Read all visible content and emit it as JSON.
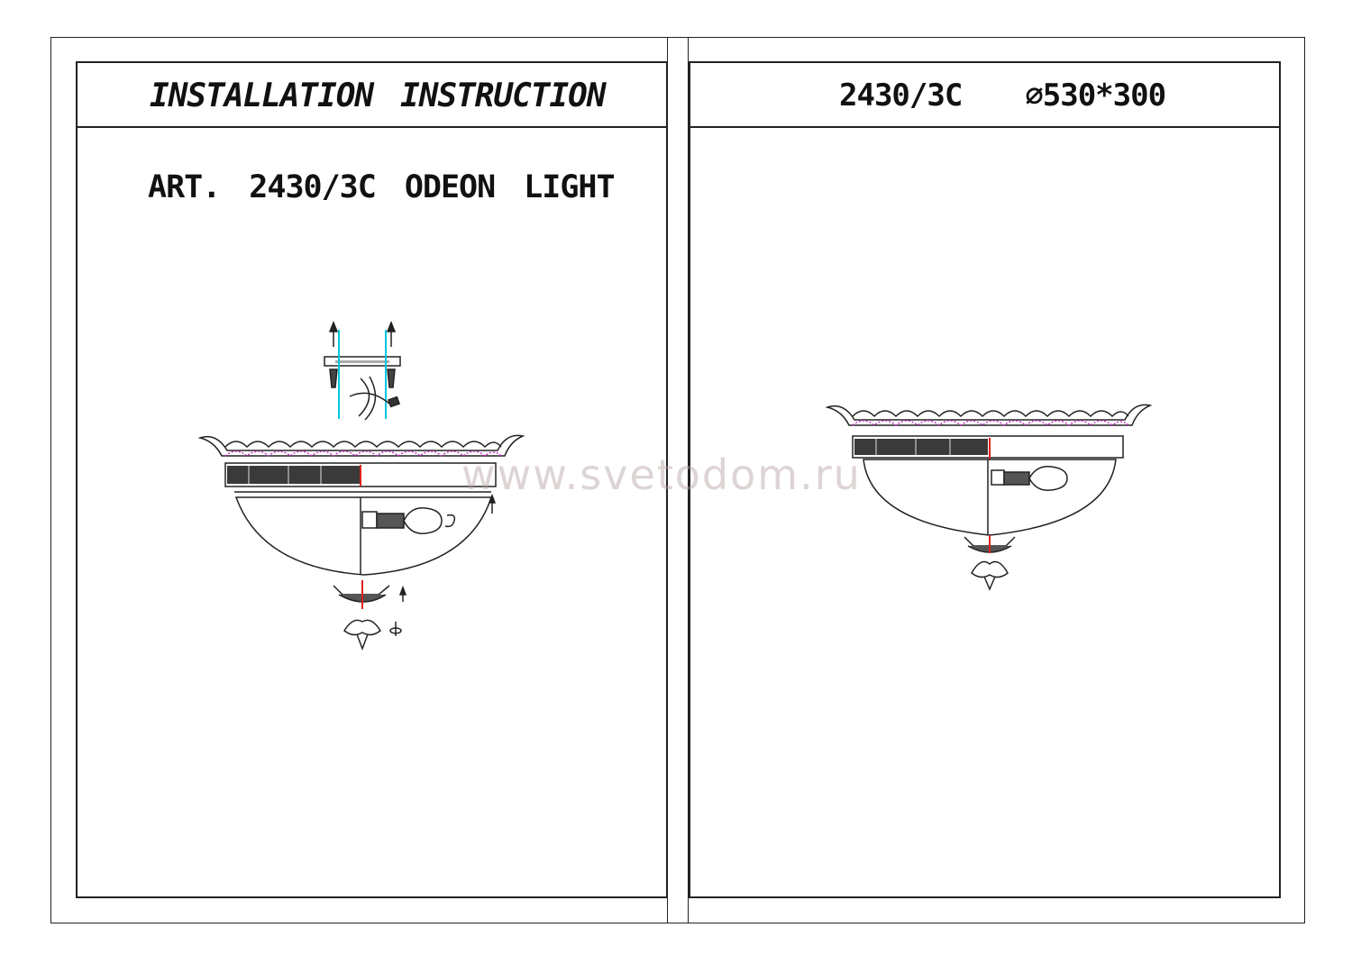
{
  "left_panel": {
    "header": [
      "INSTALLATION",
      "INSTRUCTION"
    ],
    "article": [
      "ART.",
      "2430/3C",
      "ODEON",
      "LIGHT"
    ]
  },
  "right_panel": {
    "header": [
      "2430/3C",
      "⌀530*300"
    ]
  },
  "watermark": "www.svetodom.ru",
  "colors": {
    "line": "#222222",
    "decor_magenta": "#d030d0",
    "guide_cyan": "#00c8d8",
    "axis_red": "#e02020"
  }
}
